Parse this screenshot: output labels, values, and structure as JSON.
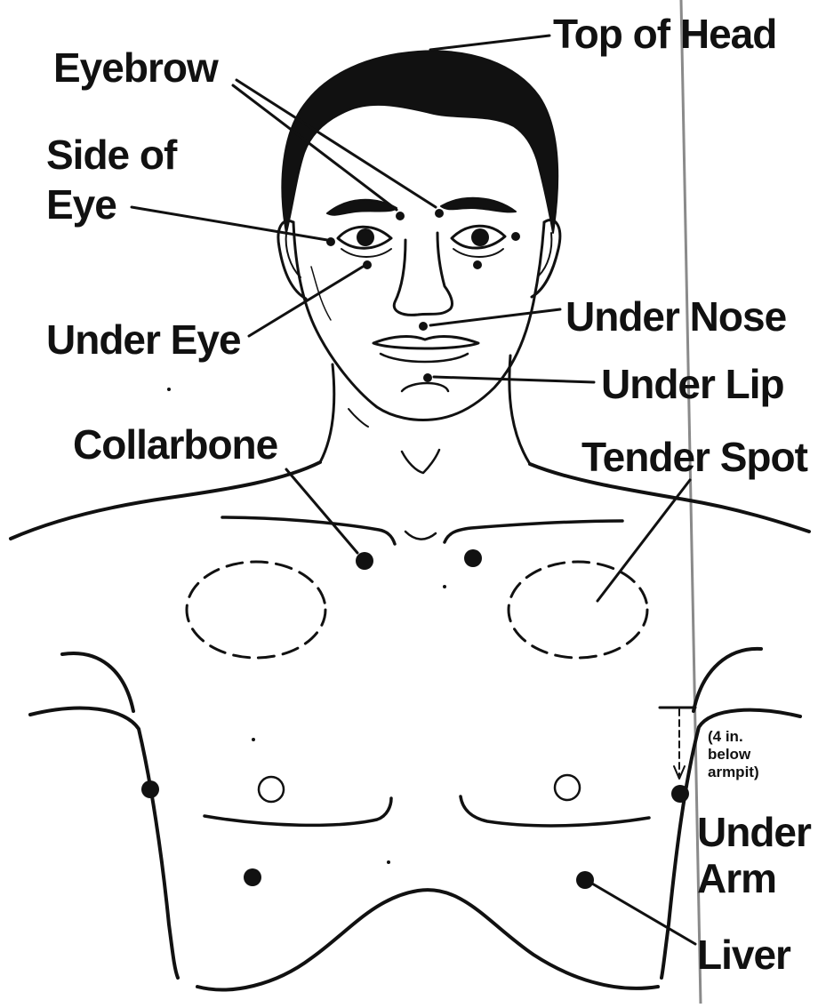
{
  "labels": {
    "top_of_head": "Top of Head",
    "eyebrow": "Eyebrow",
    "side_of_eye_1": "Side of",
    "side_of_eye_2": "Eye",
    "under_eye": "Under Eye",
    "under_nose": "Under Nose",
    "under_lip": "Under Lip",
    "collarbone": "Collarbone",
    "tender_spot": "Tender Spot",
    "under_arm_1": "Under",
    "under_arm_2": "Arm",
    "armpit_note_1": "(4 in.",
    "armpit_note_2": "below",
    "armpit_note_3": "armpit)",
    "liver": "Liver"
  },
  "colors": {
    "ink": "#111111",
    "paper": "#ffffff",
    "scan_line": "#8a8a8a"
  }
}
